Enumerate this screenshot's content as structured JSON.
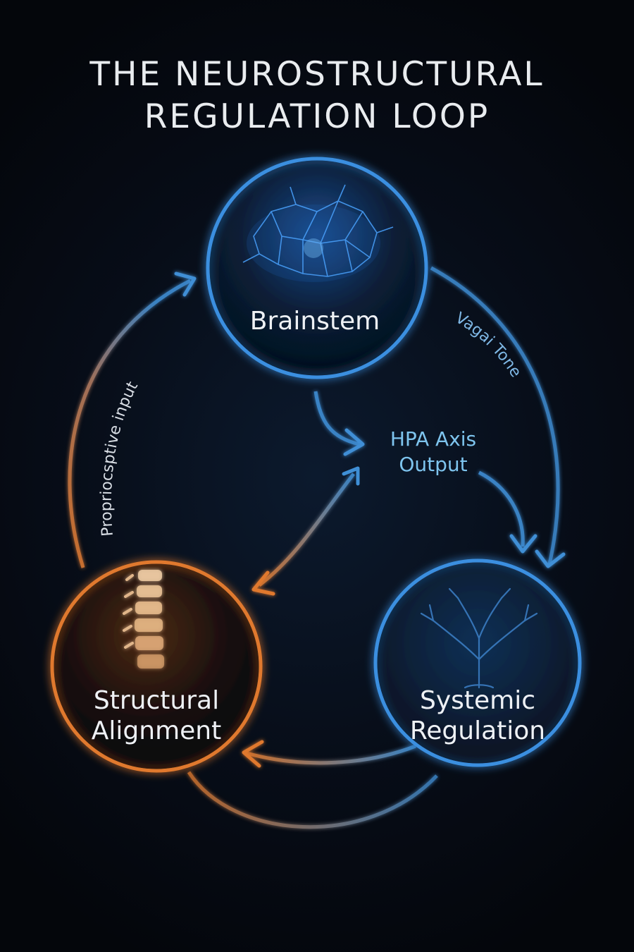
{
  "title": {
    "line1": "THE NEUROSTRUCTURAL",
    "line2": "REGULATION LOOP"
  },
  "nodes": {
    "brainstem": {
      "label": "Brainstem",
      "color": "#3b8fe0",
      "icon": "brain-network-icon"
    },
    "systemic": {
      "line1": "Systemic",
      "line2": "Regulation",
      "color": "#3b8fe0",
      "icon": "tree-network-icon"
    },
    "structural": {
      "line1": "Structural",
      "line2": "Alignment",
      "color": "#e0792e",
      "icon": "spine-icon"
    }
  },
  "center": {
    "line1": "HPA Axis",
    "line2": "Output"
  },
  "paths": {
    "left": "Propriocsptive input",
    "right": "Vagai Tone"
  },
  "colors": {
    "blue": "#3b8fe0",
    "orange": "#e0792e",
    "background": "#05070d"
  }
}
